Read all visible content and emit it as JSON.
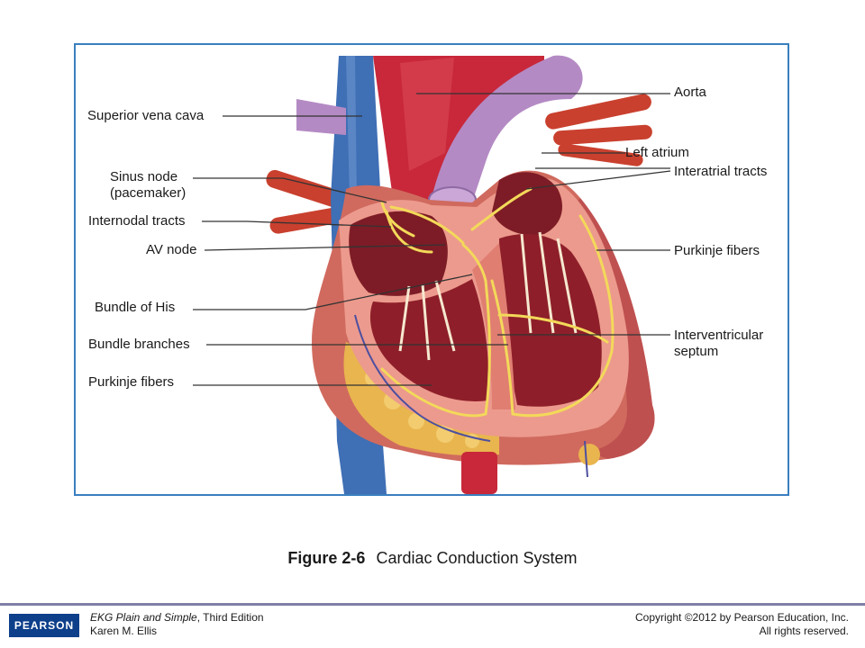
{
  "figure": {
    "labels_left": {
      "superior_vena_cava": "Superior vena cava",
      "sinus_node_line1": "Sinus node",
      "sinus_node_line2": "(pacemaker)",
      "internodal_tracts": "Internodal tracts",
      "av_node": "AV node",
      "bundle_of_his": "Bundle of His",
      "bundle_branches": "Bundle branches",
      "purkinje_fibers_left": "Purkinje fibers"
    },
    "labels_right": {
      "aorta": "Aorta",
      "left_atrium": "Left atrium",
      "interatrial_tracts": "Interatrial tracts",
      "purkinje_fibers_right": "Purkinje fibers",
      "interventricular_line1": "Interventricular",
      "interventricular_line2": "septum"
    }
  },
  "caption": {
    "number": "Figure 2-6",
    "title": "Cardiac Conduction System"
  },
  "footer": {
    "logo": "PEARSON",
    "book_title": "EKG Plain and Simple",
    "book_edition": ", Third Edition",
    "author": "Karen M. Ellis",
    "copyright_line1": "Copyright ©2012 by Pearson Education, Inc.",
    "copyright_line2": "All rights reserved."
  },
  "colors": {
    "frame_border": "#3a7fbf",
    "vein_blue": "#3f6fb5",
    "aorta_red": "#c8283a",
    "pulmonary_purple": "#b48ac4",
    "muscle": "#e6877c",
    "chamber_dark": "#8e1f2a",
    "conduction_yellow": "#f3d95a",
    "fat_yellow": "#e9b54e",
    "logo_blue": "#0d3f8a"
  }
}
